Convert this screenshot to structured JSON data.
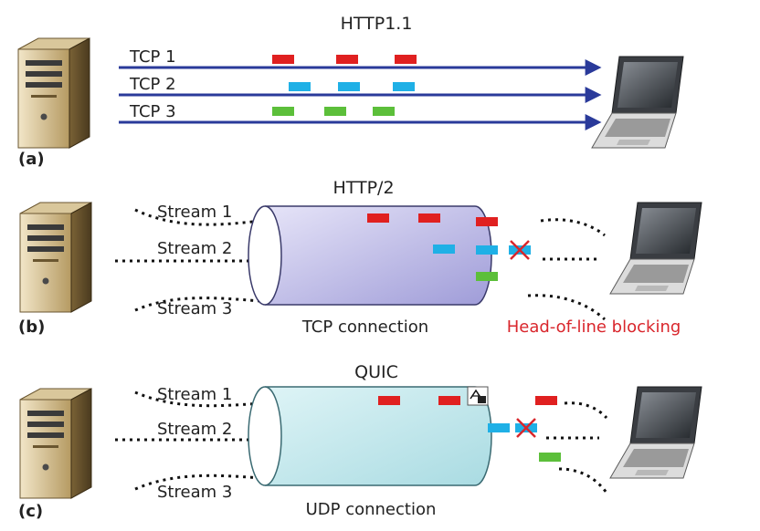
{
  "panel_a": {
    "label": "(a)",
    "title": "HTTP1.1",
    "connections": [
      "TCP 1",
      "TCP 2",
      "TCP 3"
    ]
  },
  "panel_b": {
    "label": "(b)",
    "title": "HTTP/2",
    "streams": [
      "Stream 1",
      "Stream 2",
      "Stream 3"
    ],
    "pipe_label": "TCP connection",
    "note": "Head-of-line blocking"
  },
  "panel_c": {
    "label": "(c)",
    "title": "QUIC",
    "streams": [
      "Stream 1",
      "Stream 2",
      "Stream 3"
    ],
    "pipe_label": "UDP connection"
  },
  "colors": {
    "stream_1": "#e02020",
    "stream_2": "#1fb0e6",
    "stream_3": "#5cbf3a",
    "tcp_line": "#2a3a9a",
    "tcp_pipe": "#b9b8e6",
    "udp_pipe": "#bfe6ea",
    "blocking": "#d9262c"
  },
  "icons": {
    "server": "server-icon",
    "client": "laptop-icon",
    "lost_packet": "cross-icon",
    "translate_badge": "translate-icon"
  }
}
